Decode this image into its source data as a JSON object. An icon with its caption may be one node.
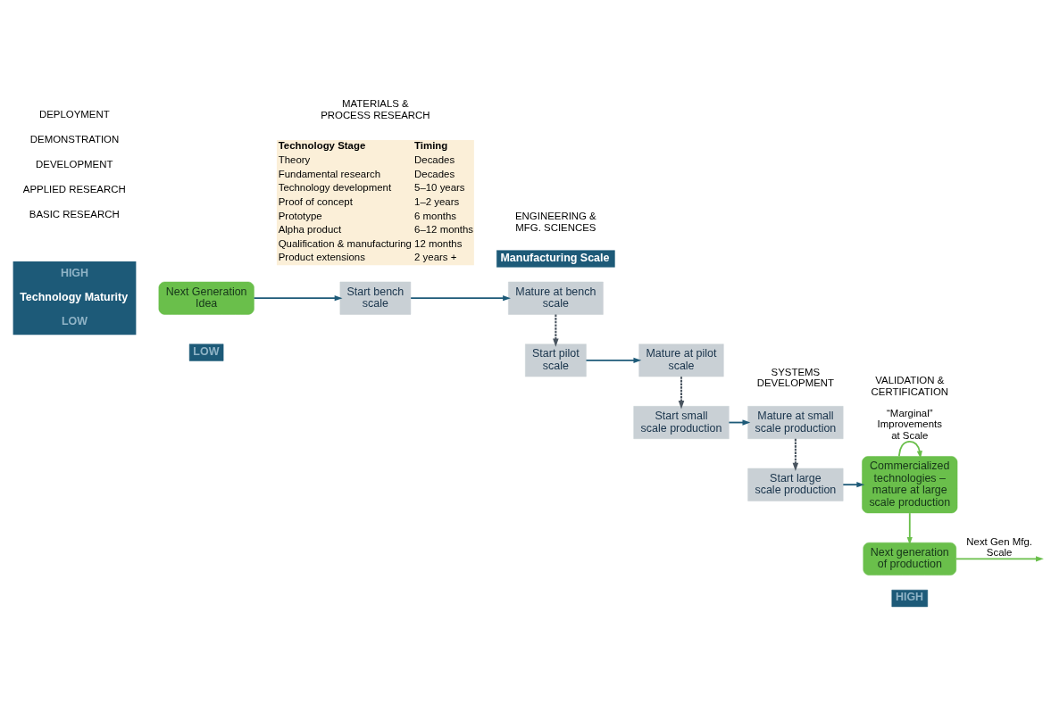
{
  "diagram": {
    "nodes": [
      {
        "text": [
          "Next Generation Idea"
        ]
      },
      {
        "text": [
          "Start bench scale"
        ]
      },
      {
        "text": [
          "Mature at bench scale"
        ]
      },
      {
        "text": [
          "Start pilot scale"
        ]
      },
      {
        "text": [
          "Mature at pilot scale"
        ]
      },
      {
        "text": [
          "Start small scale production"
        ]
      },
      {
        "text": [
          "Mature at small scale production"
        ]
      },
      {
        "text": [
          "Start large scale production"
        ]
      },
      {
        "text": [
          "Commercialized technologies – mature at large scale production"
        ]
      },
      {
        "text": [
          "Next generation of production"
        ]
      }
    ],
    "edges": [
      {
        "from": 0,
        "to": 1,
        "arrow": "to"
      },
      {
        "from": 1,
        "to": 2,
        "arrow": "to"
      },
      {
        "from": 2,
        "to": 3,
        "arrow": "to",
        "style": "dashed",
        "color": "#4a5560"
      },
      {
        "from": 3,
        "to": 4,
        "arrow": "to"
      },
      {
        "from": 4,
        "to": 5,
        "arrow": "to",
        "style": "dashed",
        "color": "#4a5560"
      },
      {
        "from": 5,
        "to": 6,
        "arrow": "to"
      },
      {
        "from": 6,
        "to": 7,
        "arrow": "to",
        "style": "dashed",
        "color": "#4a5560"
      },
      {
        "from": 7,
        "to": 8,
        "arrow": "to"
      },
      {
        "from": 8,
        "to": 8,
        "arrow": "to",
        "label": "“Marginal” Improvements at Scale",
        "color": "#6abf4b"
      },
      {
        "from": 8,
        "to": 9,
        "arrow": "to",
        "color": "#6abf4b"
      },
      {
        "from": 9,
        "to": null,
        "arrow": "to",
        "label": "Next Gen Mfg. Scale",
        "color": "#6abf4b"
      }
    ],
    "labels": [
      "Technology Stage",
      "Timing",
      "Theory",
      "Decades",
      "Fundamental research",
      "Decades",
      "Technology development",
      "5–10 years",
      "Proof of concept",
      "1–2 years",
      "Prototype",
      "6 months",
      "Alpha product",
      "6–12 months",
      "Qualification & manufacturing",
      "12 months",
      "Product extensions",
      "2 years +",
      "HIGH",
      "Technology Maturity",
      "LOW",
      "DEPLOYMENT",
      "DEMONSTRATION",
      "DEVELOPMENT",
      "APPLIED RESEARCH",
      "BASIC RESEARCH",
      "LOW",
      "Manufacturing Scale",
      "HIGH",
      "MATERIALS & PROCESS RESEARCH",
      "ENGINEERING & MFG. SCIENCES",
      "SYSTEMS DEVELOPMENT",
      "VALIDATION & CERTIFICATION"
    ]
  }
}
